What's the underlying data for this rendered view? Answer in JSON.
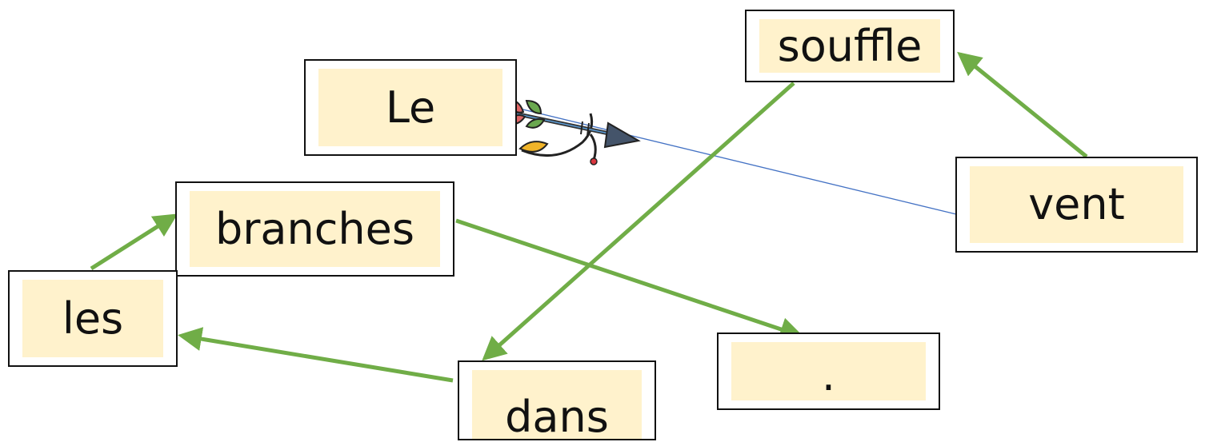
{
  "words": [
    {
      "id": "le",
      "text": "Le"
    },
    {
      "id": "souffle",
      "text": "souffle"
    },
    {
      "id": "vent",
      "text": "vent"
    },
    {
      "id": "branches",
      "text": "branches"
    },
    {
      "id": "les",
      "text": "les"
    },
    {
      "id": "dans",
      "text": "dans"
    },
    {
      "id": "period",
      "text": "."
    }
  ],
  "colors": {
    "box_fill": "#fff2cc",
    "box_border": "#111111",
    "arrow": "#70ad47",
    "thin_line": "#4472c4"
  },
  "icons": {
    "start": "bow-and-arrow-icon"
  }
}
